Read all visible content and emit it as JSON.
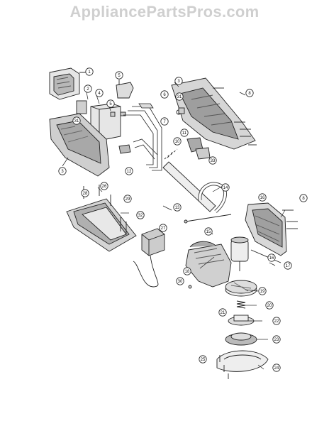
{
  "header": {
    "watermark": "AppliancePartsPros.com"
  },
  "callouts": [
    {
      "id": "c1",
      "label": "1"
    },
    {
      "id": "c2",
      "label": "2"
    },
    {
      "id": "c3",
      "label": "3"
    },
    {
      "id": "c3b",
      "label": "3"
    },
    {
      "id": "c4",
      "label": "4"
    },
    {
      "id": "c5",
      "label": "5"
    },
    {
      "id": "c5b",
      "label": "5"
    },
    {
      "id": "c6",
      "label": "6"
    },
    {
      "id": "c7",
      "label": "7"
    },
    {
      "id": "c8",
      "label": "8"
    },
    {
      "id": "c8b",
      "label": "8"
    },
    {
      "id": "c10",
      "label": "10"
    },
    {
      "id": "c11",
      "label": "11"
    },
    {
      "id": "c12",
      "label": "12"
    },
    {
      "id": "c13",
      "label": "13"
    },
    {
      "id": "c14",
      "label": "14"
    },
    {
      "id": "c15",
      "label": "15"
    },
    {
      "id": "c16",
      "label": "16"
    },
    {
      "id": "c16b",
      "label": "16"
    },
    {
      "id": "c17",
      "label": "17"
    },
    {
      "id": "c18",
      "label": "18"
    },
    {
      "id": "c19",
      "label": "19"
    },
    {
      "id": "c20",
      "label": "20"
    },
    {
      "id": "c21",
      "label": "21"
    },
    {
      "id": "c22",
      "label": "22"
    },
    {
      "id": "c23",
      "label": "23"
    },
    {
      "id": "c24",
      "label": "24"
    },
    {
      "id": "c25",
      "label": "25"
    },
    {
      "id": "c26",
      "label": "26"
    },
    {
      "id": "c27",
      "label": "27"
    },
    {
      "id": "c28",
      "label": "28"
    },
    {
      "id": "c29",
      "label": "29"
    },
    {
      "id": "c30",
      "label": "30"
    },
    {
      "id": "c30b",
      "label": "30"
    },
    {
      "id": "c31",
      "label": "31"
    },
    {
      "id": "c31b",
      "label": "31"
    },
    {
      "id": "c32",
      "label": "32"
    },
    {
      "id": "c33",
      "label": "33"
    }
  ]
}
